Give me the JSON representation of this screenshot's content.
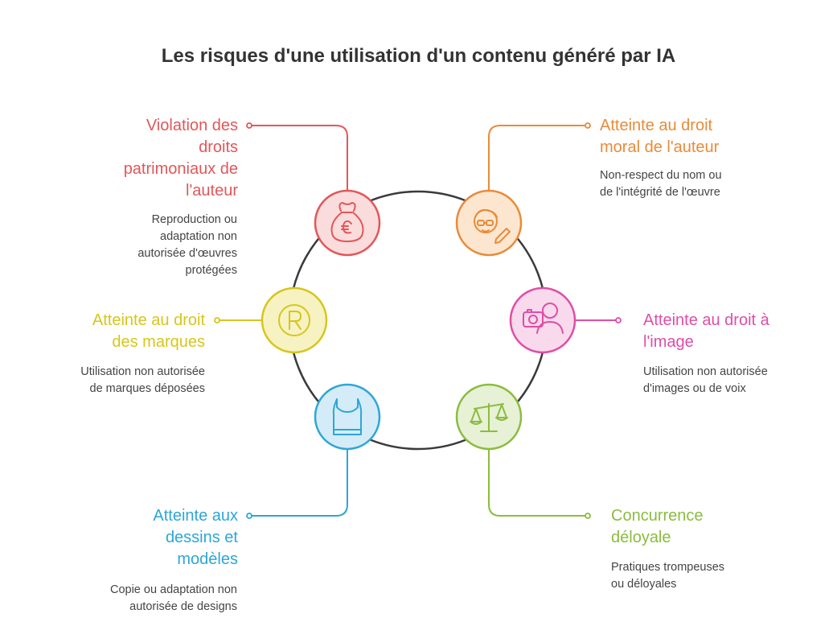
{
  "title": "Les risques d'une utilisation d'un contenu généré par IA",
  "colors": {
    "red": "#e15759",
    "orange": "#e98b39",
    "pink": "#df4ea6",
    "green": "#8cbc3f",
    "blue": "#2ea6d7",
    "yellow": "#d6c61c",
    "ring": "#3a3a3a"
  },
  "risks": [
    {
      "id": "patrimoniaux",
      "label": "Violation des\ndroits\npatrimoniaux  de\nl'auteur",
      "description": "Reproduction ou\nadaptation non\nautorisée d'œuvres\nprotégées",
      "icon": "money-bag-euro-icon"
    },
    {
      "id": "moral",
      "label": "Atteinte au droit\nmoral de l'auteur",
      "description": "Non-respect du nom ou\nde l'intégrité de l'œuvre",
      "icon": "author-with-pen-icon"
    },
    {
      "id": "image",
      "label": "Atteinte au droit à\nl'image",
      "description": "Utilisation non autorisée\nd'images ou de voix",
      "icon": "person-with-camera-icon"
    },
    {
      "id": "concurrence",
      "label": "Concurrence\ndéloyale",
      "description": "Pratiques trompeuses\nou déloyales",
      "icon": "balance-scale-icon"
    },
    {
      "id": "dessins",
      "label": "Atteinte aux\ndessins et\nmodèles",
      "description": "Copie ou adaptation non\nautorisée de designs",
      "icon": "tank-top-icon"
    },
    {
      "id": "marques",
      "label": "Atteinte au droit\ndes marques",
      "description": "Utilisation non autorisée\nde marques déposées",
      "icon": "registered-trademark-icon"
    }
  ]
}
